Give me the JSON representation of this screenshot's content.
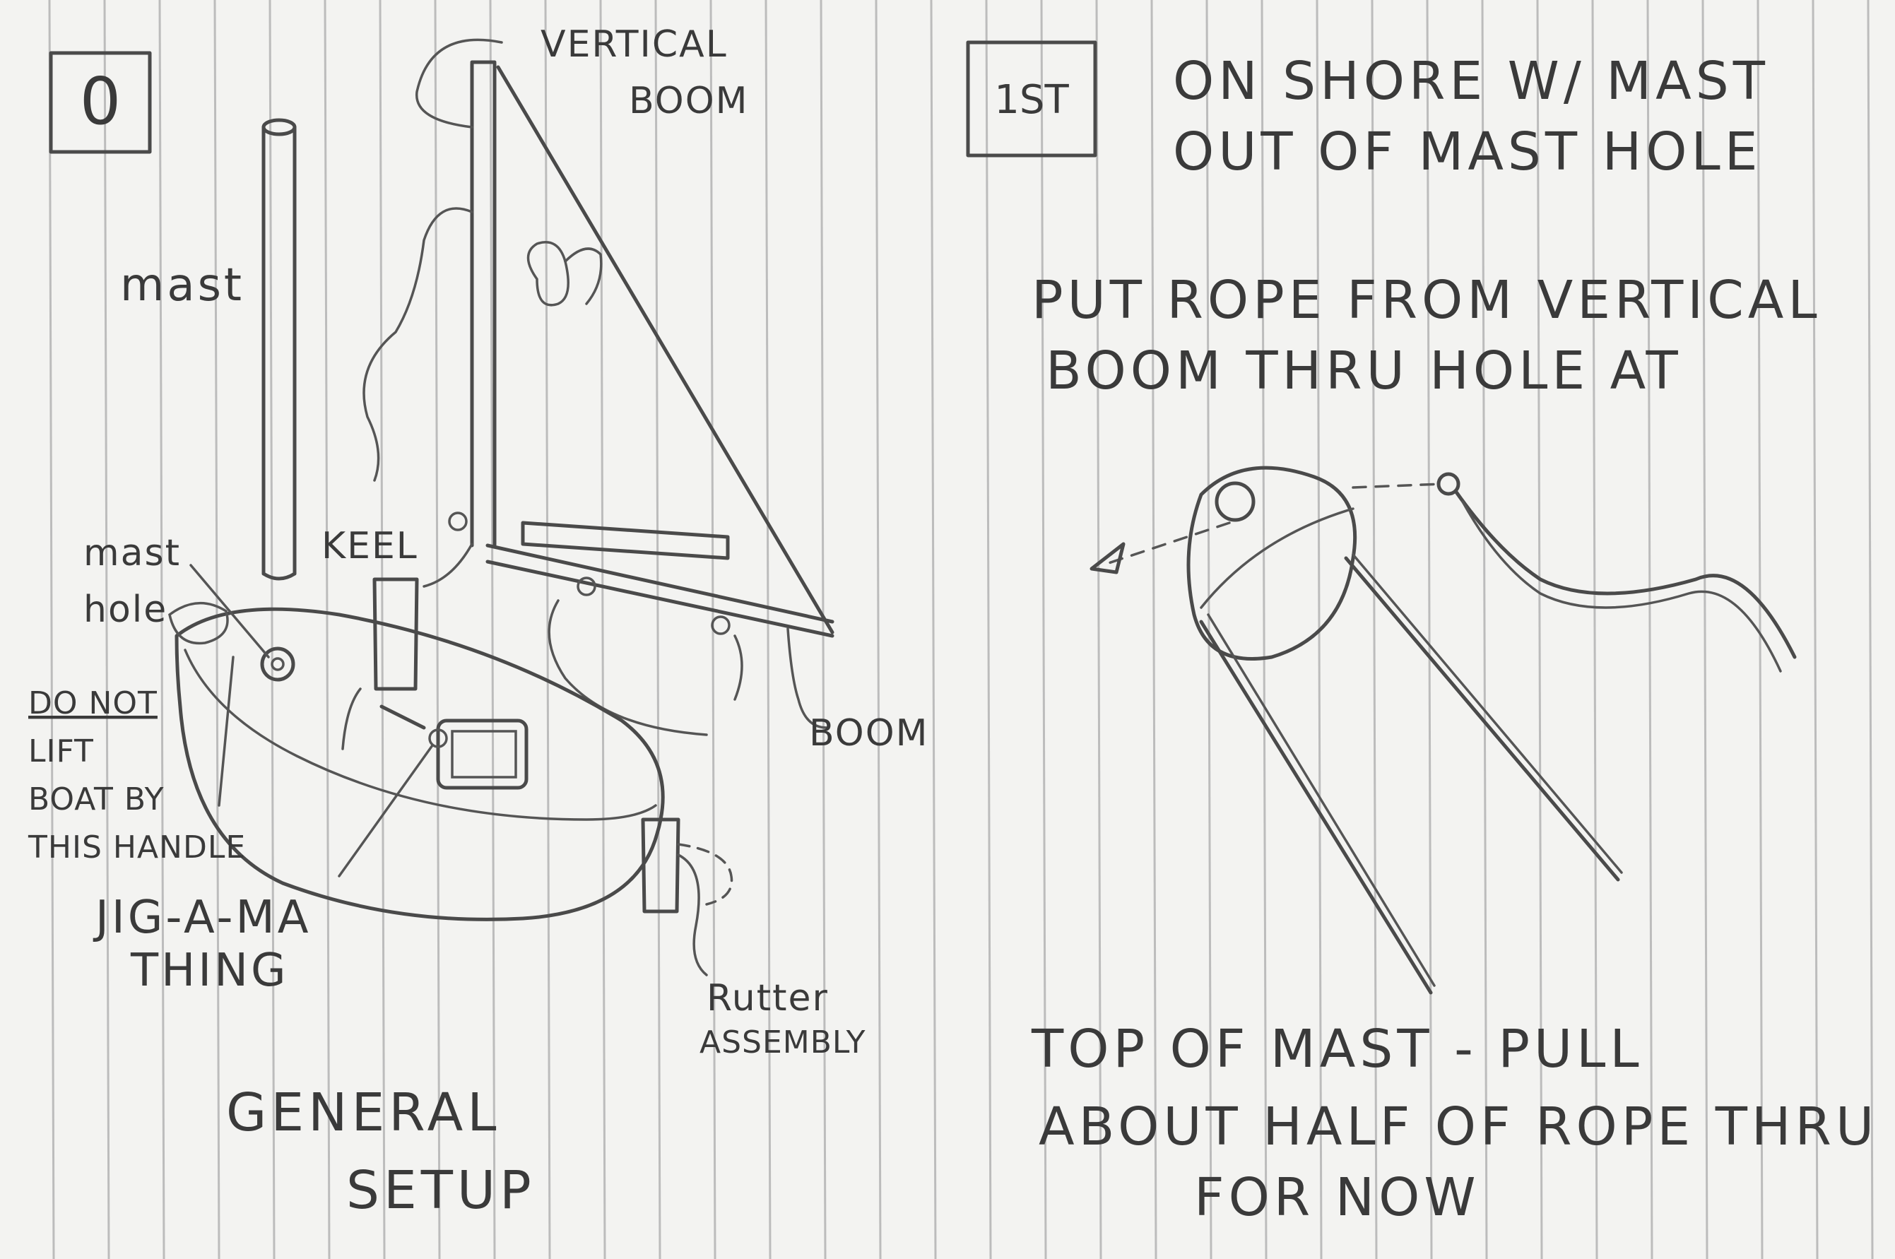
{
  "panel_zero": {
    "step": "0",
    "mast_label": "mast",
    "vertical_boom_line1": "VERTICAL",
    "vertical_boom_line2": "BOOM",
    "keel_label": "KEEL",
    "mast_hole_line1": "mast",
    "mast_hole_line2": "hole",
    "warning_line1": "DO NOT",
    "warning_line2": "LIFT",
    "warning_line3": "BOAT BY",
    "warning_line4": "THIS HANDLE",
    "boom_label": "BOOM",
    "jig_line1": "JIG-A-MA",
    "jig_line2": "THING",
    "rutter_line1": "Rutter",
    "rutter_line2": "ASSEMBLY",
    "caption_line1": "GENERAL",
    "caption_line2": "SETUP"
  },
  "panel_first": {
    "step": "1ST",
    "heading_line1": "ON SHORE W/ MAST",
    "heading_line2": "OUT OF MAST HOLE",
    "instruction_line1": "PUT ROPE FROM VERTICAL",
    "instruction_line2": "BOOM THRU HOLE AT",
    "instruction_line3": "TOP OF MAST - PULL",
    "instruction_line4": "ABOUT HALF OF ROPE THRU",
    "instruction_line5": "FOR NOW"
  }
}
